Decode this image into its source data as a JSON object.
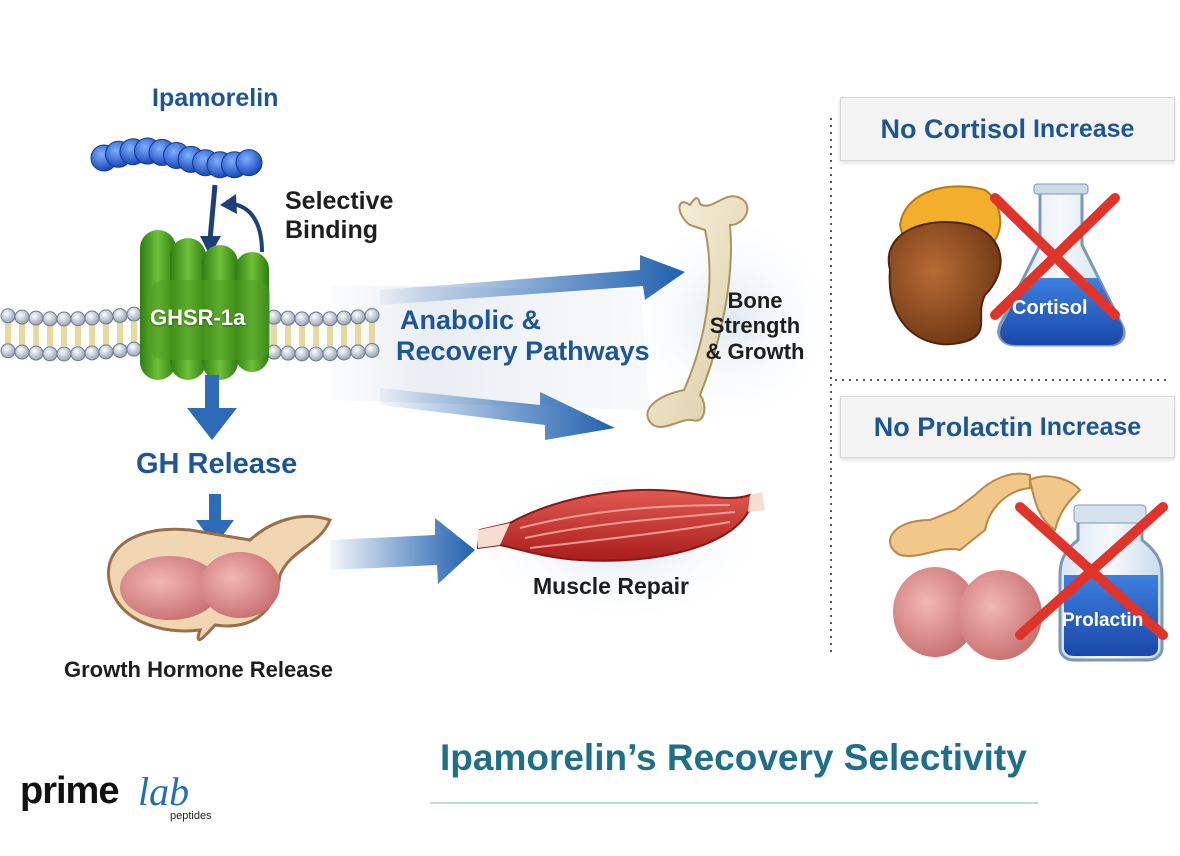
{
  "ipamorelin_label": "Ipamorelin",
  "selective_binding_label": [
    "Selective",
    "Binding"
  ],
  "receptor_label": "GHSR-1a",
  "pathways_label": [
    "Anabolic &",
    "Recovery Pathways"
  ],
  "bone_label": [
    "Bone",
    "Strength",
    "& Growth"
  ],
  "gh_release_label": "GH Release",
  "pituitary_label": "Growth Hormone Release",
  "muscle_label": "Muscle Repair",
  "cortisol_panel": {
    "title_bold": "No Cortisol",
    "title_rest": " Increase",
    "flask_label": "Cortisol"
  },
  "prolactin_panel": {
    "title_bold": "No Prolactin",
    "title_rest": " Increase",
    "flask_label": "Prolactin"
  },
  "main_title": "Ipamorelin’s Recovery Selectivity",
  "logo": {
    "prime": "prime",
    "lab": "lab",
    "sub": "peptides"
  },
  "colors": {
    "accent_blue": "#1d5596",
    "title_teal": "#1f6f8a",
    "receptor_green": "#4e9d22",
    "cross_red": "#e0342b",
    "flask_blue": "#1f5cc4"
  }
}
